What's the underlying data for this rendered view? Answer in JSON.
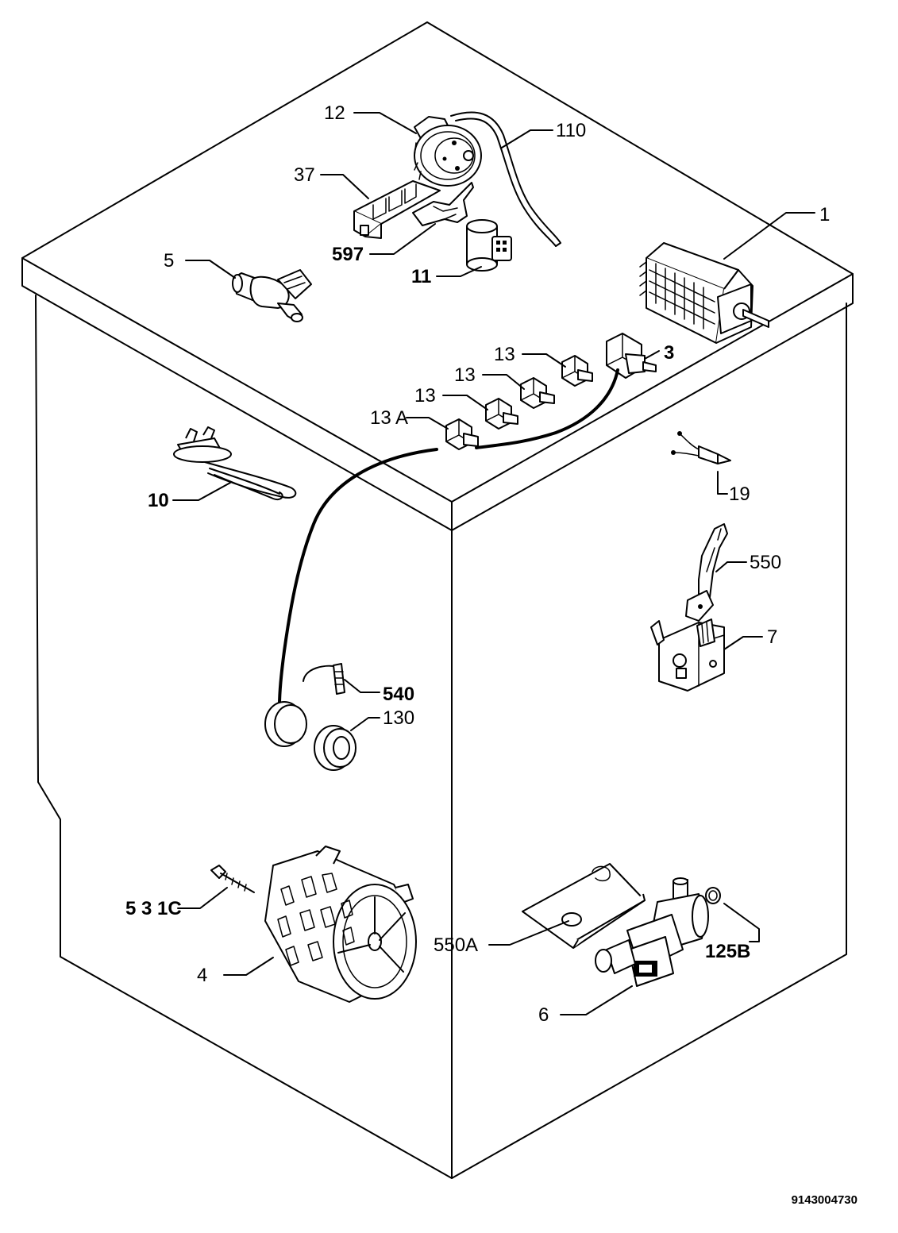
{
  "diagram": {
    "document_number": "9143004730",
    "parts": [
      {
        "key": "p1",
        "label": "1",
        "bold": false
      },
      {
        "key": "p3",
        "label": "3",
        "bold": true
      },
      {
        "key": "p4",
        "label": "4",
        "bold": false
      },
      {
        "key": "p5",
        "label": "5",
        "bold": false
      },
      {
        "key": "p6",
        "label": "6",
        "bold": false
      },
      {
        "key": "p7",
        "label": "7",
        "bold": false
      },
      {
        "key": "p10",
        "label": "10",
        "bold": true
      },
      {
        "key": "p11",
        "label": "11",
        "bold": true
      },
      {
        "key": "p12",
        "label": "12",
        "bold": false
      },
      {
        "key": "p13a",
        "label": "13",
        "bold": false
      },
      {
        "key": "p13b",
        "label": "13",
        "bold": false
      },
      {
        "key": "p13c",
        "label": "13",
        "bold": false
      },
      {
        "key": "p13A",
        "label": "13 A",
        "bold": false
      },
      {
        "key": "p19",
        "label": "19",
        "bold": false
      },
      {
        "key": "p37",
        "label": "37",
        "bold": false
      },
      {
        "key": "p110",
        "label": "110",
        "bold": false
      },
      {
        "key": "p125B",
        "label": "125B",
        "bold": true
      },
      {
        "key": "p130",
        "label": "130",
        "bold": false
      },
      {
        "key": "p531C",
        "label": "5 3 1C",
        "bold": true
      },
      {
        "key": "p540",
        "label": "540",
        "bold": true
      },
      {
        "key": "p550",
        "label": "550",
        "bold": false
      },
      {
        "key": "p550A",
        "label": "550A",
        "bold": false
      },
      {
        "key": "p597",
        "label": "597",
        "bold": true
      }
    ]
  }
}
